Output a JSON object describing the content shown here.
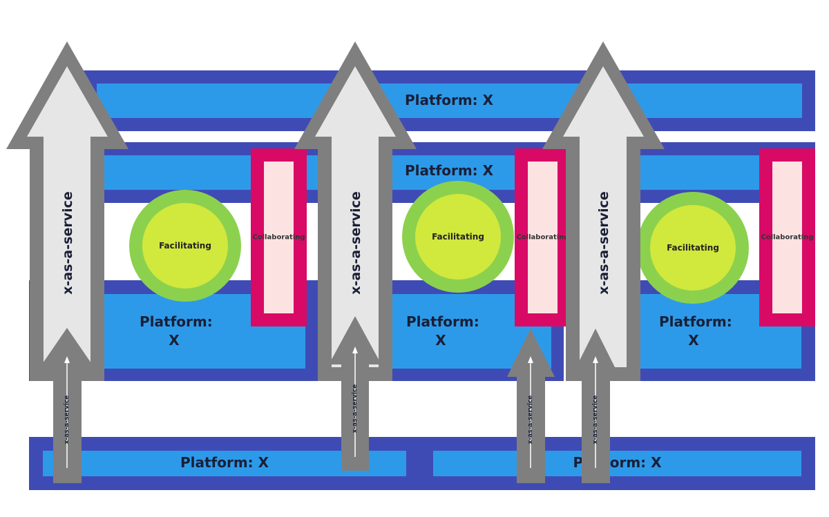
{
  "labels": {
    "platform_x": "Platform: X",
    "platform_line1": "Platform:",
    "platform_line2": "X",
    "facilitating": "Facilitating",
    "collaborating": "Collaborating",
    "xaas": "x-as-a-service"
  },
  "colors": {
    "platform_border": "#3f4bb5",
    "platform_fill": "#2d9ae9",
    "facilitating_ring": "#8cd14e",
    "facilitating_fill": "#d1e83d",
    "collaborating_border": "#d80a66",
    "collaborating_fill": "#fde2e2",
    "arrow_border": "#7f7f7f",
    "arrow_fill": "#e6e6e6"
  }
}
